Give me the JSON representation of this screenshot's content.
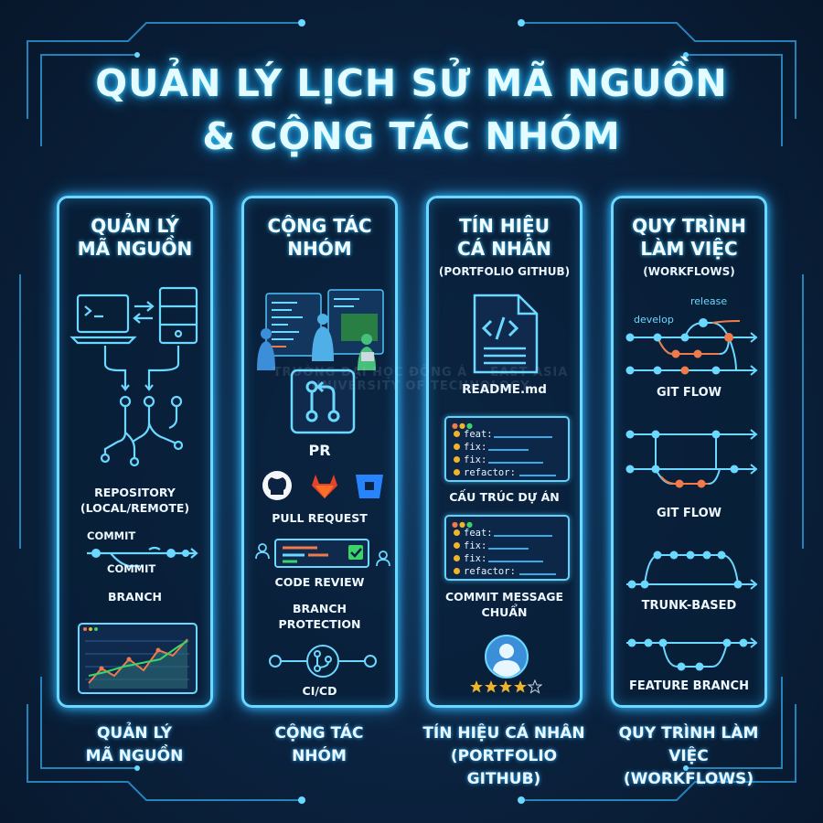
{
  "title": {
    "line1": "QUẢN LÝ LỊCH SỬ MÃ NGUỒN",
    "line2": "& CỘNG TÁC NHÓM"
  },
  "watermark": "TRƯỜNG ĐẠI HỌC ĐÔNG Á — EAST ASIA UNIVERSITY OF TECHNOLOGY",
  "panels": [
    {
      "heading_line1": "QUẢN LÝ",
      "heading_line2": "MÃ NGUỒN",
      "labels": {
        "repository_line1": "REPOSITORY",
        "repository_line2": "(LOCAL/REMOTE)",
        "commit_top": "COMMIT",
        "commit_bottom": "COMMIT",
        "branch": "BRANCH"
      },
      "icons": [
        "laptop-terminal-icon",
        "server-icon",
        "sync-arrows-icon",
        "branch-tree-icon",
        "commit-line-icon",
        "analytics-chart-icon"
      ]
    },
    {
      "heading_line1": "CỘNG TÁC",
      "heading_line2": "NHÓM",
      "labels": {
        "pr": "PR",
        "pull_request": "PULL REQUEST",
        "code_review": "CODE REVIEW",
        "branch_protection_line1": "BRANCH",
        "branch_protection_line2": "PROTECTION",
        "cicd": "CI/CD"
      },
      "icons": [
        "team-collaboration-icon",
        "pull-request-icon",
        "github-icon",
        "gitlab-icon",
        "bitbucket-icon",
        "code-review-icon",
        "pipeline-icon"
      ]
    },
    {
      "heading_line1": "TÍN HIỆU",
      "heading_line2": "CÁ NHÂN",
      "heading_sub": "(PORTFOLIO GITHUB)",
      "labels": {
        "readme": "README.md",
        "project_structure": "CẤU TRÚC DỰ ÁN",
        "commit_message_line1": "COMMIT MESSAGE",
        "commit_message_line2": "CHUẨN",
        "code_rows": [
          "feat:",
          "fix:",
          "fix:",
          "refactor:"
        ]
      },
      "rating": {
        "filled": 4,
        "total": 5
      },
      "icons": [
        "readme-file-icon",
        "code-window-icon",
        "user-avatar-icon",
        "star-icon"
      ]
    },
    {
      "heading_line1": "QUY TRÌNH",
      "heading_line2": "LÀM VIỆC",
      "heading_sub": "(WORKFLOWS)",
      "labels": {
        "develop": "develop",
        "release": "release",
        "git_flow_1": "GIT FLOW",
        "git_flow_2": "GIT FLOW",
        "trunk_based": "TRUNK-BASED",
        "feature_branch": "FEATURE BRANCH"
      },
      "icons": [
        "gitflow-diagram-icon",
        "gitflow-diagram-icon",
        "trunk-based-diagram-icon",
        "feature-branch-diagram-icon"
      ]
    }
  ],
  "bottom_captions": [
    {
      "line1": "QUẢN LÝ",
      "line2": "MÃ NGUỒN"
    },
    {
      "line1": "CỘNG TÁC",
      "line2": "NHÓM"
    },
    {
      "line1": "TÍN HIỆU CÁ NHÂN",
      "line2": "(PORTFOLIO GITHUB)"
    },
    {
      "line1": "QUY TRÌNH LÀM VIỆC",
      "line2": "(WORKFLOWS)"
    }
  ],
  "colors": {
    "background": "#0b2340",
    "neon": "#6ad8ff",
    "glow": "#2fb6ff",
    "accent_orange": "#f07a4a",
    "accent_yellow": "#f0b429",
    "accent_green": "#3bd46b"
  }
}
